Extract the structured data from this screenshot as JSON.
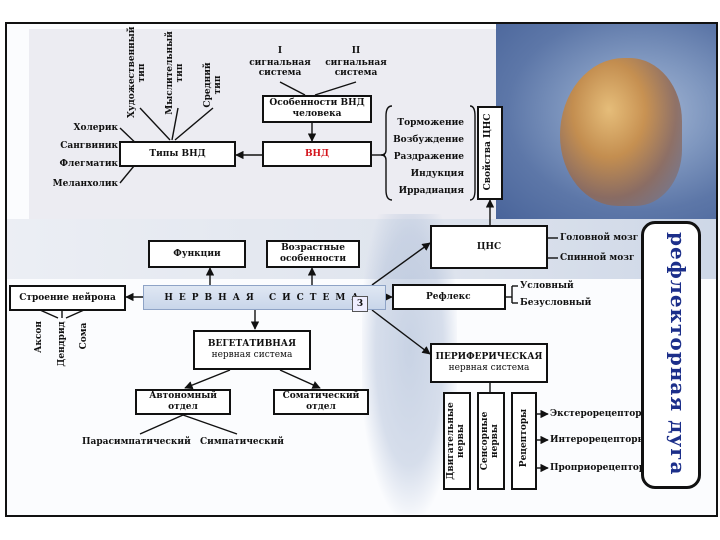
{
  "temperaments": [
    "Холерик",
    "Сангвиник",
    "Флегматик",
    "Меланхолик"
  ],
  "types_labels": [
    "Художественный тип",
    "Мыслительный тип",
    "Средний тип"
  ],
  "signal_systems": [
    {
      "num": "I",
      "text": "сигнальная система"
    },
    {
      "num": "II",
      "text": "сигнальная система"
    }
  ],
  "vnd_features": "Особенности ВНД человека",
  "vnd_types": "Типы ВНД",
  "vnd": "ВНД",
  "cns_props_list": [
    "Торможение",
    "Возбуждение",
    "Раздражение",
    "Индукция",
    "Иррадиация"
  ],
  "cns_props_title": "Свойства ЦНС",
  "functions": "Функции",
  "age_features": "Возрастные особенности",
  "neuron_structure": "Строение нейрона",
  "neuron_parts": [
    "Аксон",
    "Дендрид",
    "Сома"
  ],
  "nervous_system": "НЕРВНАЯ СИСТЕМА",
  "badge": "3",
  "cns": "ЦНС",
  "cns_parts": [
    "Головной мозг",
    "Спинной мозг"
  ],
  "reflex": "Рефлекс",
  "reflex_types": [
    "Условный",
    "Безусловный"
  ],
  "vegetative": {
    "title": "ВЕГЕТАТИВНАЯ",
    "sub": "нервная система"
  },
  "autonomic": "Автономный отдел",
  "somatic": "Соматический отдел",
  "auto_parts": [
    "Парасимпатический",
    "Симпатический"
  ],
  "peripheral": {
    "title": "ПЕРИФЕРИЧЕСКАЯ",
    "sub": "нервная система"
  },
  "nerve_columns": [
    "Двигательные нервы",
    "Сенсорные нервы",
    "Рецепторы"
  ],
  "receptors": [
    "Экстерорецепторы",
    "Интерорецепторы",
    "Проприорецепторы"
  ],
  "reflex_arc": "рефлекторная дуга",
  "colors": {
    "vnd_red": "#d4141c",
    "arc_text": "#1c2f8a",
    "nerve_band": "#c9d6ea"
  }
}
